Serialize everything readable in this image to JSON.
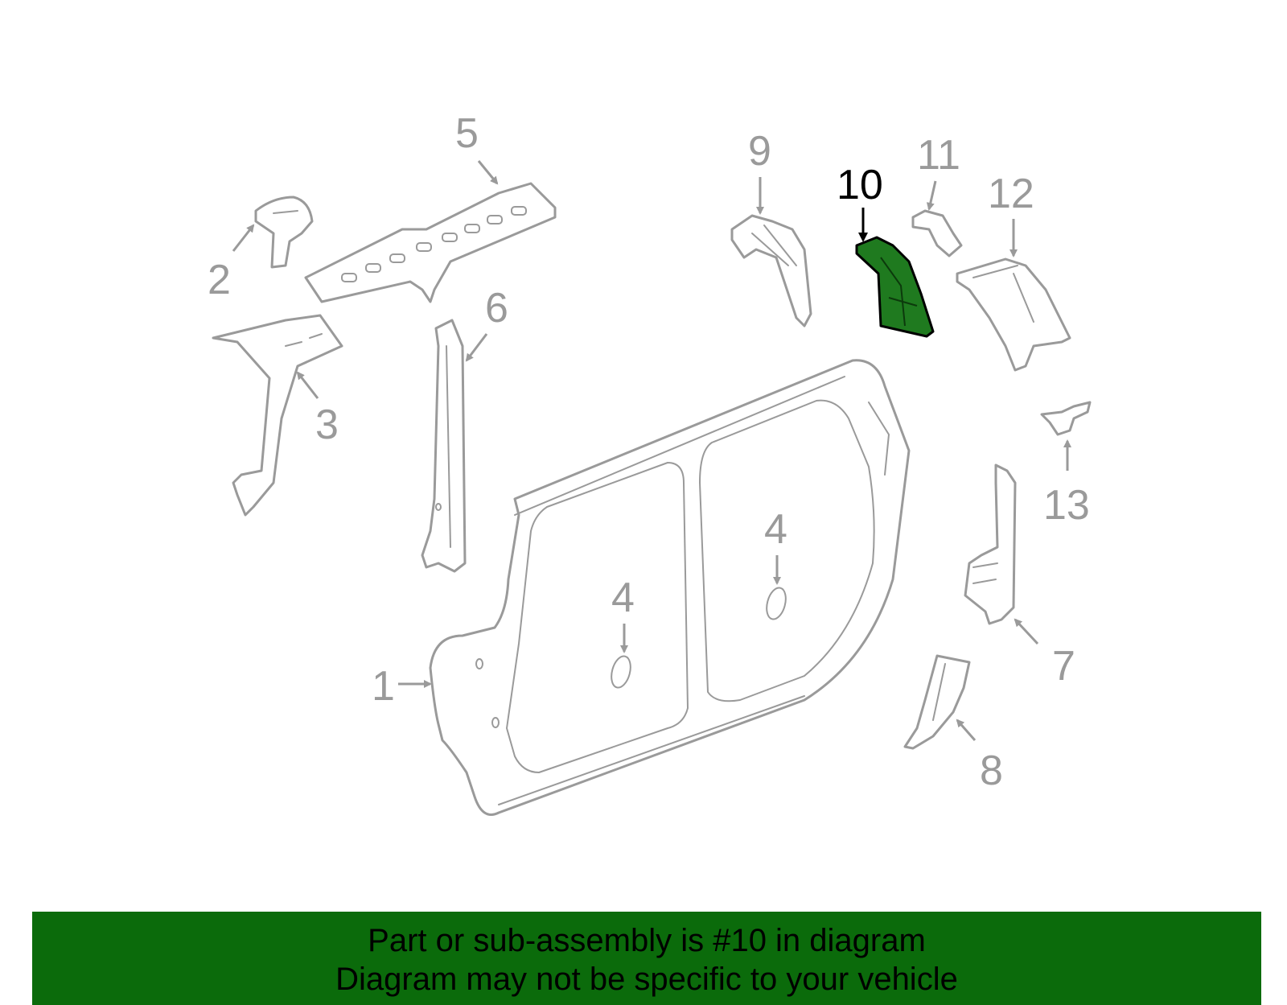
{
  "diagram": {
    "highlight_color": "#1f7a1f",
    "outline_color": "#9a9a9a",
    "callouts": [
      {
        "id": "1",
        "label": "1"
      },
      {
        "id": "2",
        "label": "2"
      },
      {
        "id": "3",
        "label": "3"
      },
      {
        "id": "4a",
        "label": "4"
      },
      {
        "id": "4b",
        "label": "4"
      },
      {
        "id": "5",
        "label": "5"
      },
      {
        "id": "6",
        "label": "6"
      },
      {
        "id": "7",
        "label": "7"
      },
      {
        "id": "8",
        "label": "8"
      },
      {
        "id": "9",
        "label": "9"
      },
      {
        "id": "10",
        "label": "10",
        "highlighted": true
      },
      {
        "id": "11",
        "label": "11"
      },
      {
        "id": "12",
        "label": "12"
      },
      {
        "id": "13",
        "label": "13"
      }
    ]
  },
  "banner": {
    "line1": "Part or sub-assembly is #10 in diagram",
    "line2": "Diagram may not be specific to your vehicle",
    "background": "#0b6b0b"
  }
}
